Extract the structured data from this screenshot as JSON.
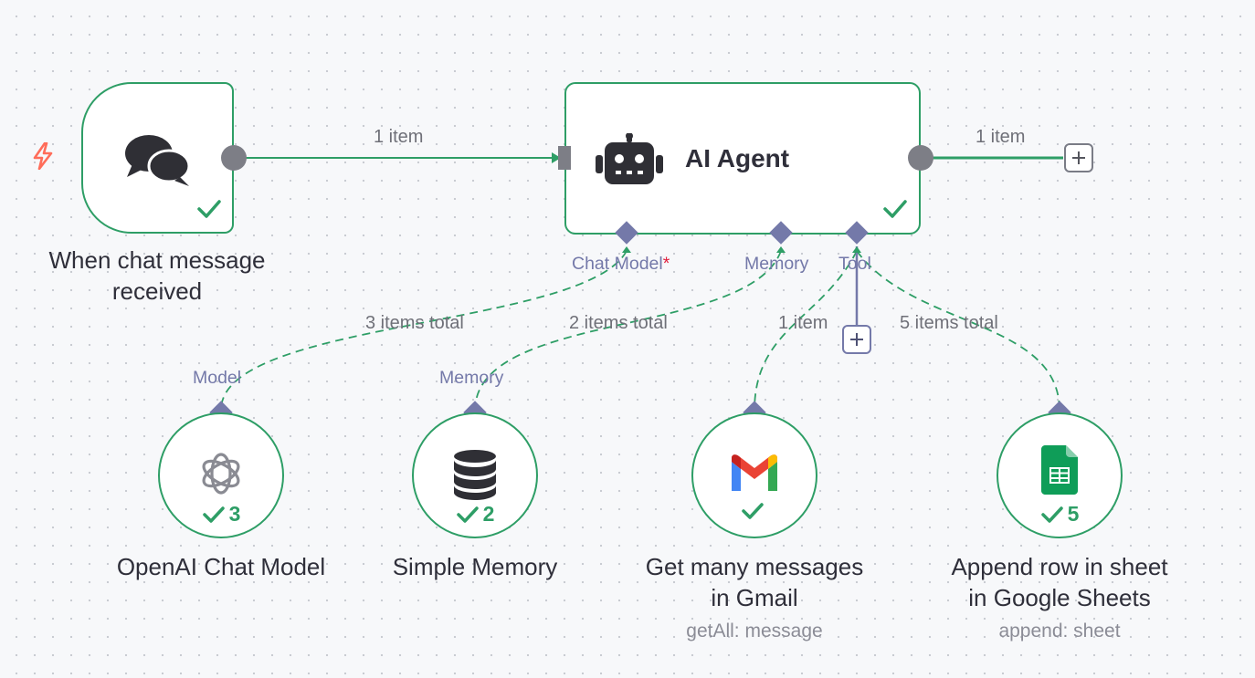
{
  "colors": {
    "success": "#2e9e66",
    "ai_connector": "#7479a9",
    "required": "#e2213f",
    "trigger": "#ff6d5a"
  },
  "trigger_node": {
    "label": "When chat message\nreceived",
    "icon": "chat-bubbles-icon",
    "status": "success",
    "output_items": "1 item"
  },
  "agent_node": {
    "label": "AI Agent",
    "icon": "robot-icon",
    "status": "success",
    "output_items": "1 item",
    "slots": [
      {
        "label": "Chat Model",
        "required_mark": "*"
      },
      {
        "label": "Memory"
      },
      {
        "label": "Tool"
      }
    ]
  },
  "sub_nodes": [
    {
      "label": "OpenAI Chat Model",
      "sub": "",
      "icon": "openai-icon",
      "count": "3",
      "input_label": "Model",
      "edge_label": "3 items total"
    },
    {
      "label": "Simple Memory",
      "sub": "",
      "icon": "database-icon",
      "count": "2",
      "input_label": "Memory",
      "edge_label": "2 items total"
    },
    {
      "label": "Get many messages\nin Gmail",
      "sub": "getAll: message",
      "icon": "gmail-icon",
      "count": "",
      "input_label": "",
      "edge_label": "1 item"
    },
    {
      "label": "Append row in sheet\nin Google Sheets",
      "sub": "append: sheet",
      "icon": "google-sheets-icon",
      "count": "5",
      "input_label": "",
      "edge_label": "5 items total"
    }
  ]
}
